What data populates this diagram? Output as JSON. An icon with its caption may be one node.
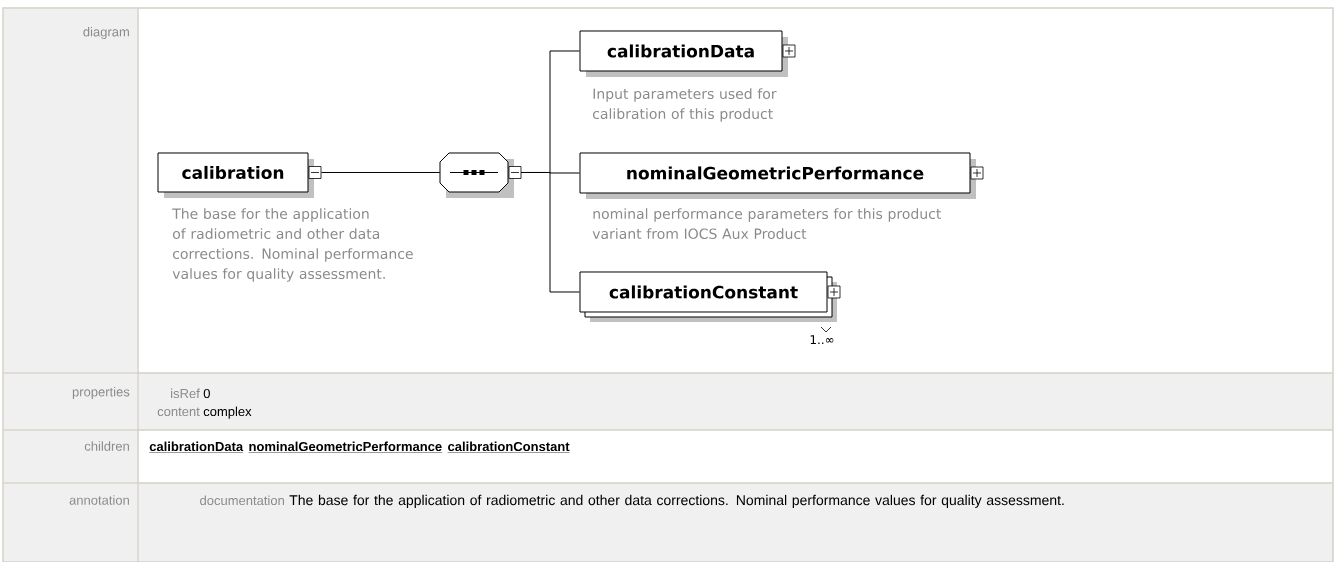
{
  "diagram": {
    "nodes": [
      {
        "text": [
          "calibration"
        ],
        "beside": [
          "The base for the application of radiometric and other data corrections. Nominal performance values for quality assessment."
        ]
      },
      {
        "text": [],
        "shape": "octagon"
      },
      {
        "text": [
          "calibrationData"
        ],
        "beside": [
          "Input parameters used for calibration of this product"
        ]
      },
      {
        "text": [
          "nominalGeometricPerformance"
        ],
        "beside": [
          "nominal performance parameters for this product variant  from IOCS Aux Product"
        ]
      },
      {
        "text": [
          "calibrationConstant"
        ],
        "beside": [
          "1..∞"
        ]
      }
    ],
    "edges": [
      {
        "from": 0,
        "to": 1,
        "arrow": "none"
      },
      {
        "from": 1,
        "to": 2,
        "arrow": "none"
      },
      {
        "from": 1,
        "to": 3,
        "arrow": "none"
      },
      {
        "from": 1,
        "to": 4,
        "arrow": "none"
      }
    ],
    "labels": [
      "diagram",
      "properties",
      "isRef",
      "0",
      "content",
      "complex",
      "children",
      "calibrationData",
      "nominalGeometricPerformance",
      "calibrationConstant",
      "annotation",
      "documentation",
      "The base for the application of radiometric and other data corrections. Nominal performance values for quality assessment."
    ]
  }
}
